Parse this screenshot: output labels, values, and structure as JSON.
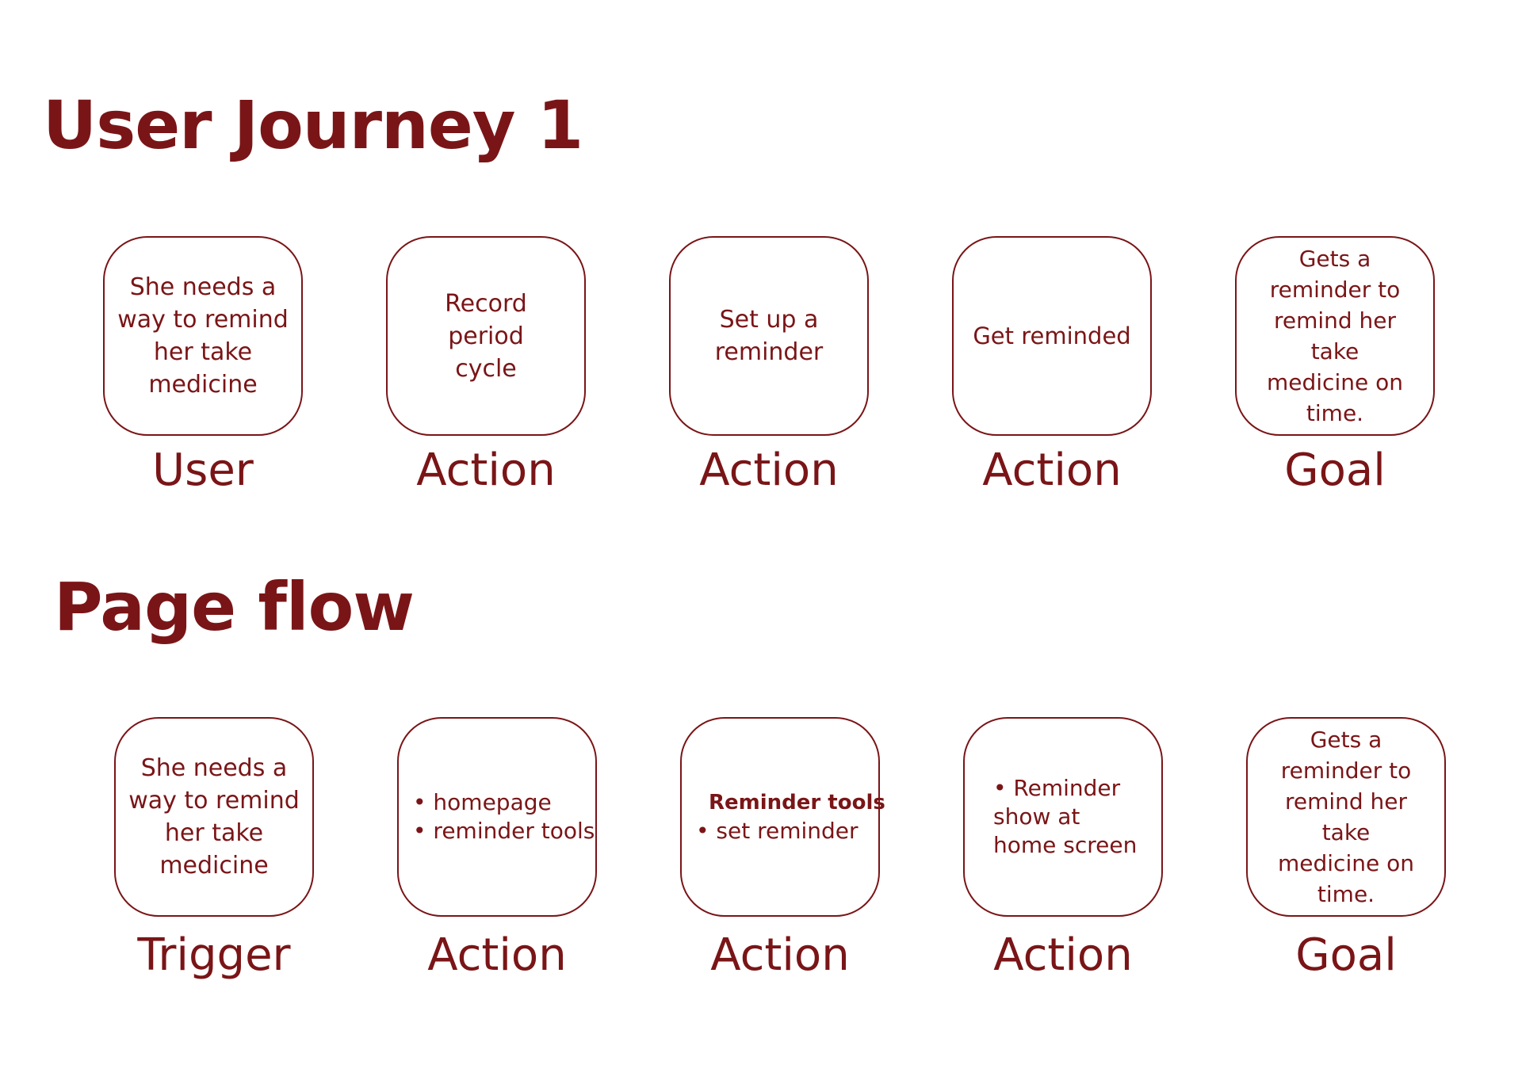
{
  "journey": {
    "title": "User Journey 1",
    "cards": [
      {
        "text": "She needs a way to remind her take medicine",
        "label": "User"
      },
      {
        "text": "Record period cycle",
        "label": "Action"
      },
      {
        "text": "Set up a reminder",
        "label": "Action"
      },
      {
        "text": "Get reminded",
        "label": "Action"
      },
      {
        "text": "Gets a reminder to remind her take medicine on time.",
        "label": "Goal"
      }
    ]
  },
  "flow": {
    "title": "Page flow",
    "cards": [
      {
        "text": "She needs a way to remind her take medicine",
        "label": "Trigger"
      },
      {
        "bullets": [
          "• homepage",
          "• reminder tools"
        ],
        "label": "Action"
      },
      {
        "heading": "Reminder tools",
        "bullets": [
          "• set reminder"
        ],
        "label": "Action"
      },
      {
        "bullets": [
          "• Reminder show at home screen"
        ],
        "label": "Action"
      },
      {
        "text": "Gets a reminder to remind her take medicine on time.",
        "label": "Goal"
      }
    ]
  },
  "colors": {
    "accent": "#7a1517",
    "background": "#ffffff"
  }
}
